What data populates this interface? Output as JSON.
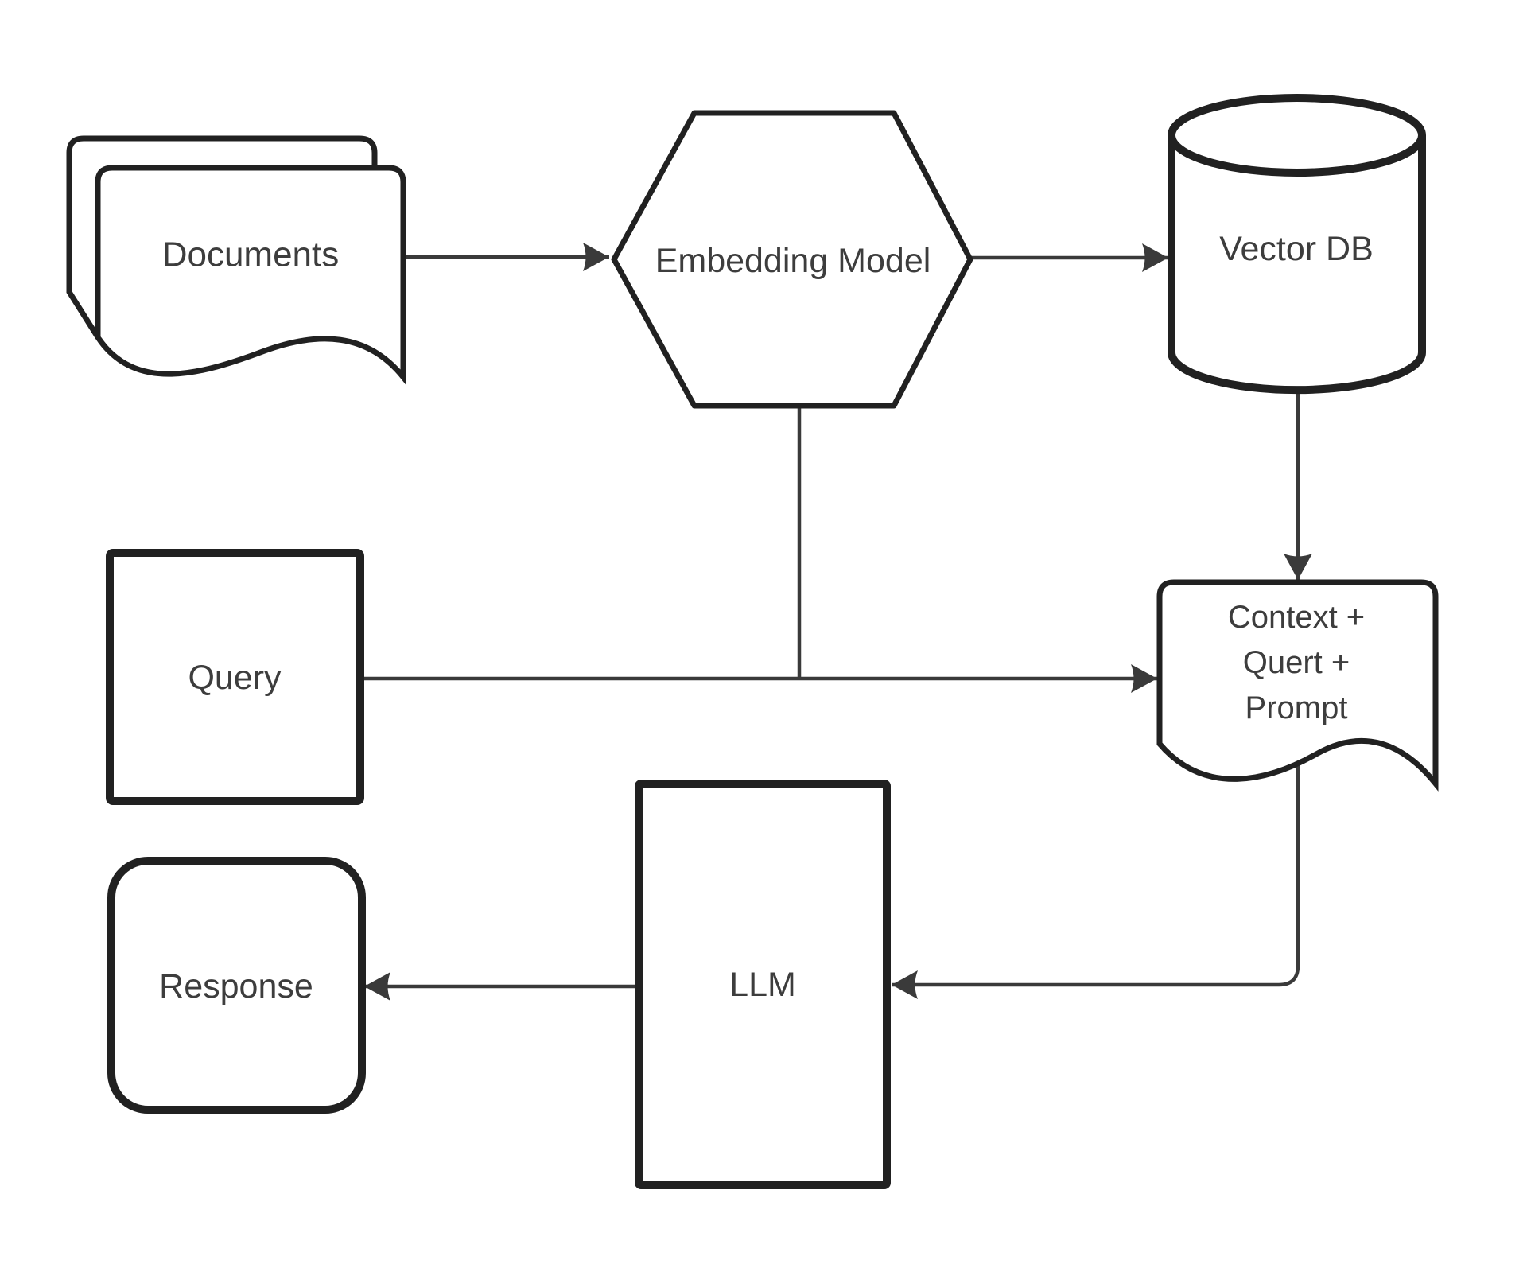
{
  "diagram": {
    "type": "flowchart",
    "background_color": "#ffffff",
    "shape_stroke_color": "#212121",
    "connector_color": "#3a3a3a",
    "text_color": "#3d3d3d",
    "nodes": {
      "documents": {
        "label": "Documents",
        "shape": "stacked-document"
      },
      "embedding_model": {
        "label": "Embedding Model",
        "shape": "hexagon"
      },
      "vector_db": {
        "label": "Vector DB",
        "shape": "cylinder"
      },
      "query": {
        "label": "Query",
        "shape": "rectangle"
      },
      "context_query_prompt": {
        "label_line1": "Context +",
        "label_line2": "Quert +",
        "label_line3": "Prompt",
        "shape": "document"
      },
      "llm": {
        "label": "LLM",
        "shape": "tall-rectangle"
      },
      "response": {
        "label": "Response",
        "shape": "rounded-rectangle"
      }
    },
    "edges": [
      {
        "from": "documents",
        "to": "embedding_model",
        "arrow": true
      },
      {
        "from": "embedding_model",
        "to": "vector_db",
        "arrow": true
      },
      {
        "from": "vector_db",
        "to": "context_query_prompt",
        "arrow": true
      },
      {
        "from": "query",
        "to": "context_query_prompt",
        "arrow": true
      },
      {
        "from": "embedding_model",
        "to": "query-context-connector",
        "arrow": false,
        "type": "t-junction"
      },
      {
        "from": "context_query_prompt",
        "to": "llm",
        "arrow": true
      },
      {
        "from": "llm",
        "to": "response",
        "arrow": true
      }
    ]
  }
}
